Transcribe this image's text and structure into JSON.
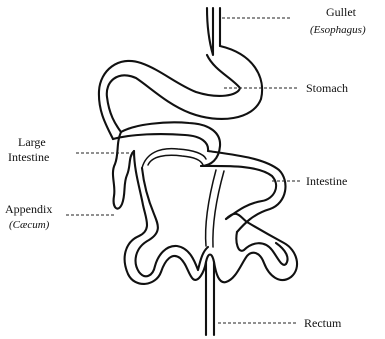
{
  "labels": {
    "gullet": "Gullet",
    "gullet_alt": "(Esophagus)",
    "stomach": "Stomach",
    "large_intestine_1": "Large",
    "large_intestine_2": "Intestine",
    "intestine": "Intestine",
    "appendix": "Appendix",
    "appendix_alt": "(Cæcum)",
    "rectum": "Rectum"
  }
}
